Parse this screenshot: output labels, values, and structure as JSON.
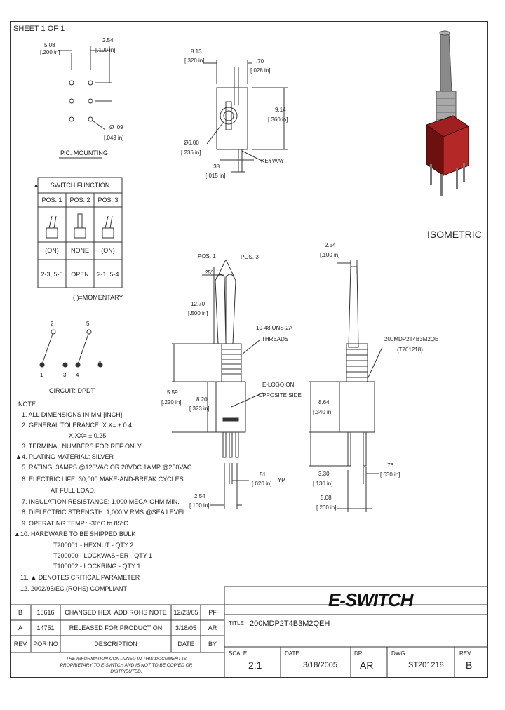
{
  "sheet": "SHEET 1 OF 1",
  "pc_mounting": {
    "title": "P.C. MOUNTING",
    "dim_a_mm": "5.08",
    "dim_a_in": "[.200 in]",
    "dim_b_mm": "2.54",
    "dim_b_in": "[.100 in]",
    "hole_mm": "Ø .09",
    "hole_in": "[.043 in]"
  },
  "top_view": {
    "w_mm": "8.13",
    "w_in": "[.320 in]",
    "d1_mm": ".70",
    "d1_in": "[.028 in]",
    "h_mm": "9.14",
    "h_in": "[.360 in]",
    "dia_mm": "Ø6.00",
    "dia_in": "[.236 in]",
    "key_mm": ".38",
    "key_in": "[.015 in]",
    "keyway": "KEYWAY"
  },
  "isometric": "ISOMETRIC",
  "switch_function": {
    "title": "SWITCH FUNCTION",
    "positions": [
      "POS. 1",
      "POS. 2",
      "POS. 3"
    ],
    "states": [
      "(ON)",
      "NONE",
      "(ON)"
    ],
    "connections": [
      "2-3, 5-6",
      "OPEN",
      "2-1, 5-4"
    ],
    "footnote": "( )=MOMENTARY"
  },
  "circuit": {
    "title": "CIRCUIT: DPDT",
    "pins": [
      "2",
      "5",
      "1",
      "3",
      "4",
      "6"
    ]
  },
  "notes": {
    "title": "NOTE:",
    "lines": [
      "1. ALL DIMENSIONS IN MM [INCH]",
      "2. GENERAL TOLERANCE: X.X= ± 0.4",
      "X.XX= ± 0.25",
      "3. TERMINAL NUMBERS FOR REF ONLY",
      "4. PLATING MATERIAL: SILVER",
      "5. RATING: 3AMPS @120VAC OR 28VDC 1AMP @250VAC",
      "6. ELECTRIC LIFE: 30,000 MAKE-AND-BREAK CYCLES",
      "AT FULL LOAD.",
      "7. INSULATION RESISTANCE: 1,000 MEGA-OHM MIN.",
      "8. DIELECTRIC STRENGTH: 1,000 V RMS @SEA LEVEL.",
      "9. OPERATING TEMP.: -30°C to 85°C",
      "10. HARDWARE TO BE SHIPPED BULK",
      "T200001 - HEXNUT - QTY 2",
      "T200000 - LOCKWASHER - QTY 1",
      "T100002 - LOCKRING - QTY 1",
      "11. ▲ DENOTES CRITICAL PARAMETER",
      "12. 2002/95/EC (ROHS) COMPLIANT"
    ]
  },
  "front_view": {
    "pos1": "POS. 1",
    "pos3": "POS. 3",
    "angle": "25°",
    "lever_mm": "12.70",
    "lever_in": "[.500 in]",
    "thread": "10-48 UNS-2A",
    "thread2": "THREADS",
    "bush_mm": "5.59",
    "bush_in": "[.220 in]",
    "body_mm": "8.20",
    "body_in": "[.323 in]",
    "elogo": "E-LOGO ON",
    "elogo2": "OPPOSITE SIDE",
    "pin_mm": ".51",
    "pin_in": "[.020 in]",
    "typ": "TYP.",
    "pitch_mm": "2.54",
    "pitch_in": "[.100 in]"
  },
  "side_view": {
    "dia_mm": "2.54",
    "dia_in": "[.100 in]",
    "part": "200MDP2T4B3M2QE",
    "part2": "(T201218)",
    "body_mm": "8.64",
    "body_in": "[.340 in]",
    "pin_mm": "3.30",
    "pin_in": "[.130 in]",
    "pinw_mm": ".76",
    "pinw_in": "[.030 in]",
    "pitch_mm": "5.08",
    "pitch_in": "[.200 in]"
  },
  "revisions": {
    "rows": [
      {
        "rev": "B",
        "por": "15616",
        "desc": "CHANGED HEX, ADD ROHS NOTE",
        "date": "12/23/05",
        "by": "PF"
      },
      {
        "rev": "A",
        "por": "14751",
        "desc": "RELEASED FOR PRODUCTION",
        "date": "3/18/05",
        "by": "AR"
      }
    ],
    "headers": {
      "rev": "REV",
      "por": "POR NO",
      "desc": "DESCRIPTION",
      "date": "DATE",
      "by": "BY"
    }
  },
  "proprietary": "THE INFORMATION CONTAINED IN THIS DOCUMENT IS PROPRIETARY TO E-SWITCH AND IS NOT TO BE COPIED OR DISTRIBUTED.",
  "title_block": {
    "logo": "E-SWITCH",
    "title_label": "TITLE",
    "title": "200MDP2T4B3M2QEH",
    "scale_label": "SCALE",
    "scale": "2:1",
    "date_label": "DATE",
    "date": "3/18/2005",
    "dr_label": "DR",
    "dr": "AR",
    "dwg_label": "DWG",
    "dwg": "ST201218",
    "rev_label": "REV",
    "rev": "B"
  }
}
